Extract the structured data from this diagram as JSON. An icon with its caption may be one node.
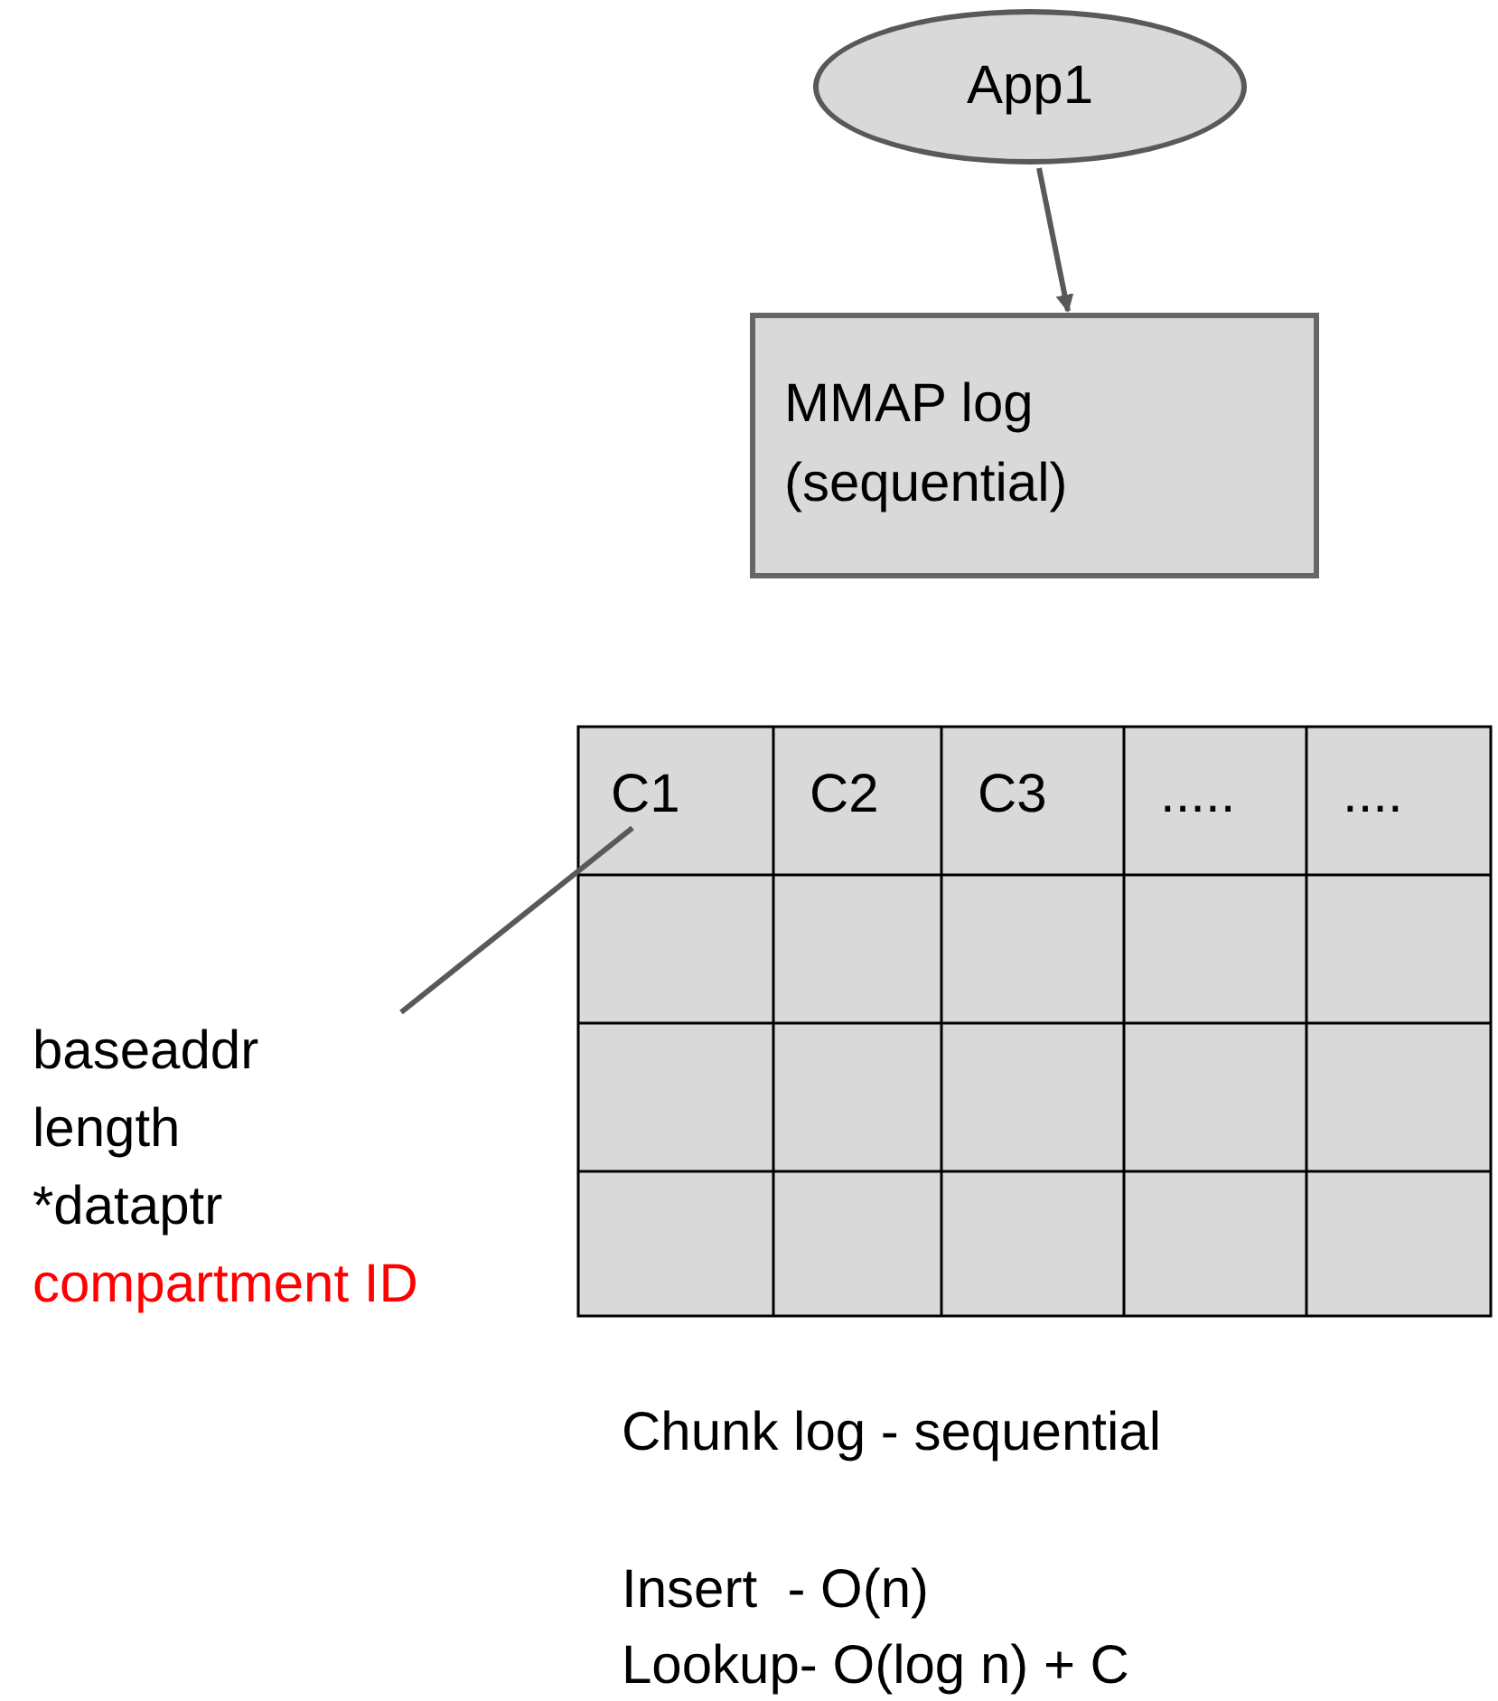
{
  "diagram": {
    "nodes": [
      {
        "text": [
          "App1"
        ]
      },
      {
        "text": [
          "MMAP log (sequential)"
        ]
      },
      {
        "text": [
          "baseaddr",
          "length",
          "*dataptr",
          "compartment ID"
        ]
      },
      {
        "text": [
          "C1"
        ]
      }
    ],
    "edges": [
      {
        "from": 0,
        "to": 1,
        "arrow": "to"
      },
      {
        "from": 2,
        "to": 3,
        "arrow": "none"
      }
    ],
    "labels": [
      "C2",
      "C3",
      ".....",
      "....",
      "Chunk log - sequential",
      "Insert  - O(n)",
      "Lookup- O(log n) + C"
    ]
  }
}
